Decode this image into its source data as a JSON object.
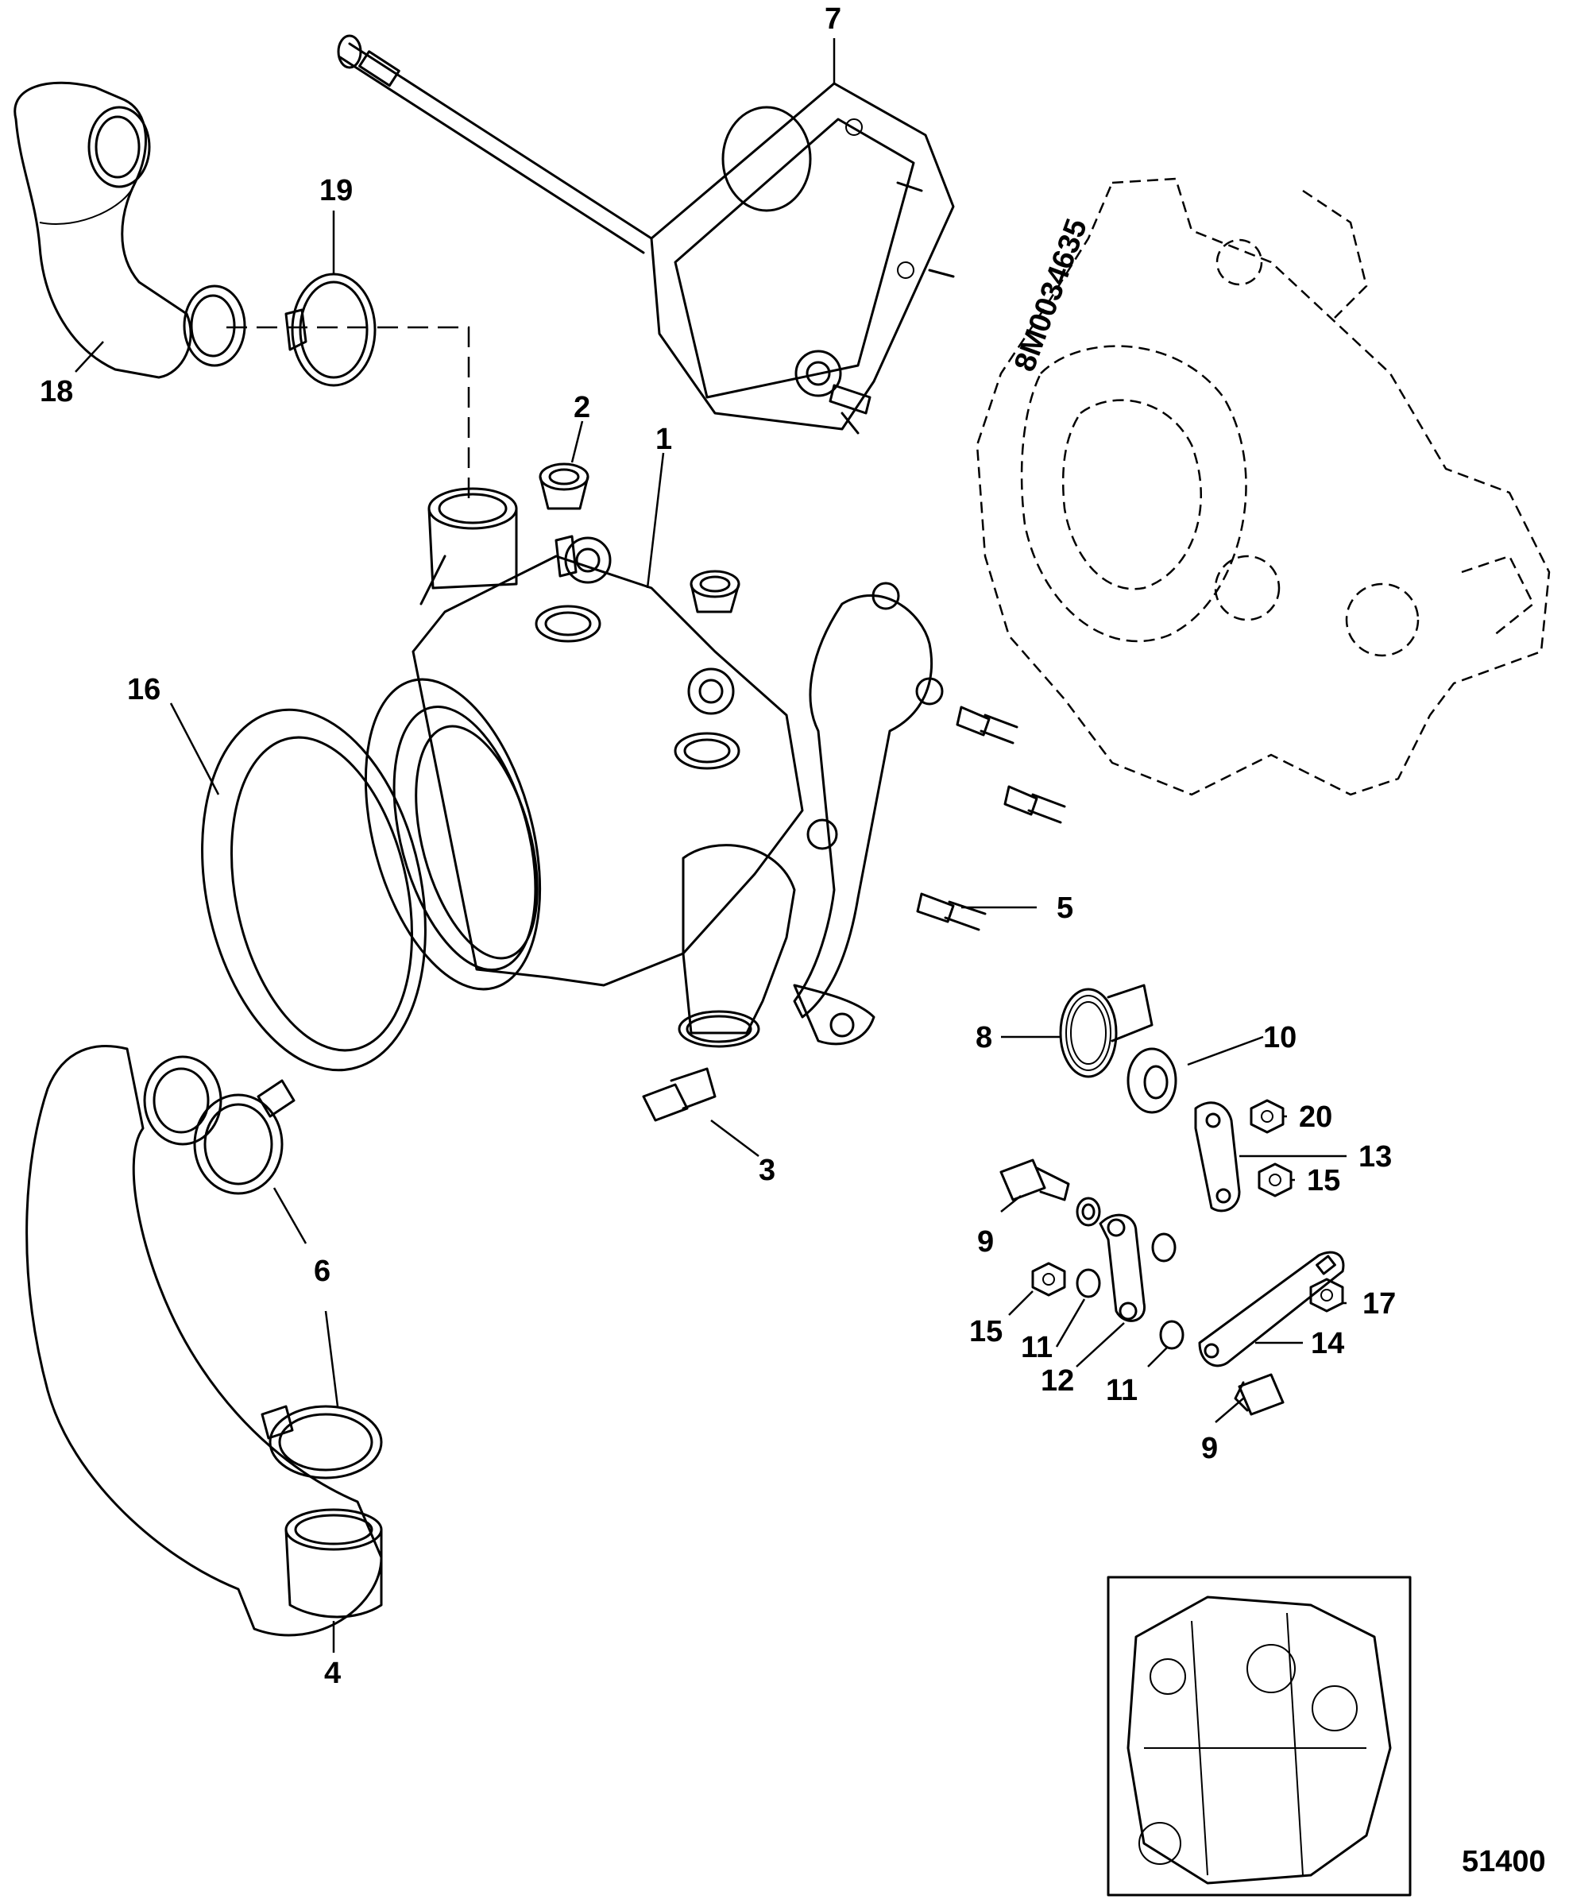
{
  "figure_number": "51400",
  "callouts": {
    "c1": "1",
    "c2": "2",
    "c3": "3",
    "c4": "4",
    "c5": "5",
    "c6a": "6",
    "c6b": "6",
    "c7": "7",
    "c8": "8",
    "c9a": "9",
    "c9b": "9",
    "c10": "10",
    "c11a": "11",
    "c11b": "11",
    "c12": "12",
    "c13": "13",
    "c14": "14",
    "c15a": "15",
    "c15b": "15",
    "c16": "16",
    "c17": "17",
    "c18": "18",
    "c19": "19",
    "c20": "20"
  }
}
